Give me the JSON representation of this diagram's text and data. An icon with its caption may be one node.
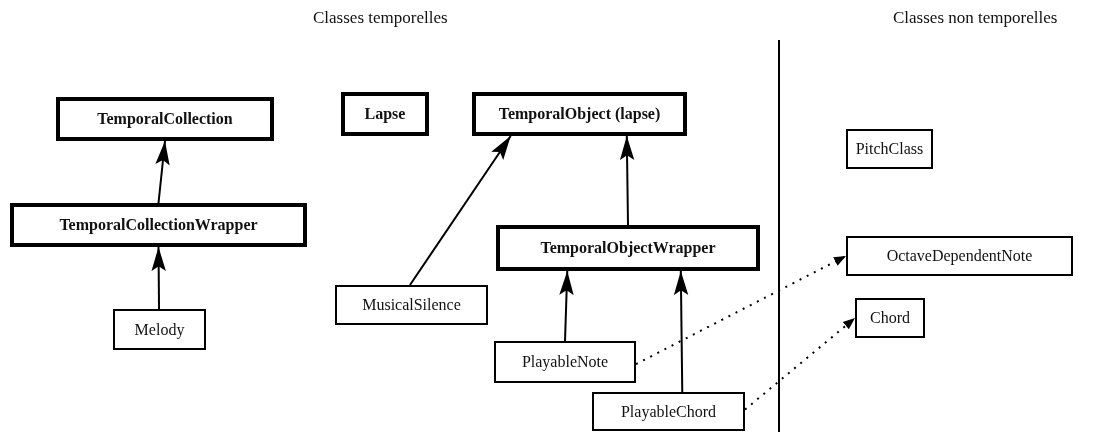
{
  "diagram": {
    "nodes": [
      {
        "text": [
          "TemporalCollection"
        ]
      },
      {
        "text": [
          "Lapse"
        ]
      },
      {
        "text": [
          "TemporalObject (lapse)"
        ]
      },
      {
        "text": [
          "PitchClass"
        ]
      },
      {
        "text": [
          "TemporalCollectionWrapper"
        ]
      },
      {
        "text": [
          "TemporalObjectWrapper"
        ]
      },
      {
        "text": [
          "OctaveDependentNote"
        ]
      },
      {
        "text": [
          "Melody"
        ]
      },
      {
        "text": [
          "MusicalSilence"
        ]
      },
      {
        "text": [
          "Chord"
        ]
      },
      {
        "text": [
          "PlayableNote"
        ]
      },
      {
        "text": [
          "PlayableChord"
        ]
      }
    ],
    "edges": [
      {
        "from": 4,
        "to": 0,
        "arrow": "to"
      },
      {
        "from": 7,
        "to": 4,
        "arrow": "to"
      },
      {
        "from": 8,
        "to": 2,
        "arrow": "to"
      },
      {
        "from": 5,
        "to": 2,
        "arrow": "to"
      },
      {
        "from": 10,
        "to": 5,
        "arrow": "to"
      },
      {
        "from": 11,
        "to": 5,
        "arrow": "to"
      },
      {
        "from": 10,
        "to": 6,
        "arrow": "to",
        "style": "dashed"
      },
      {
        "from": 11,
        "to": 9,
        "arrow": "to",
        "style": "dashed"
      }
    ],
    "labels": [
      "Classes temporelles",
      "Classes non temporelles"
    ]
  }
}
